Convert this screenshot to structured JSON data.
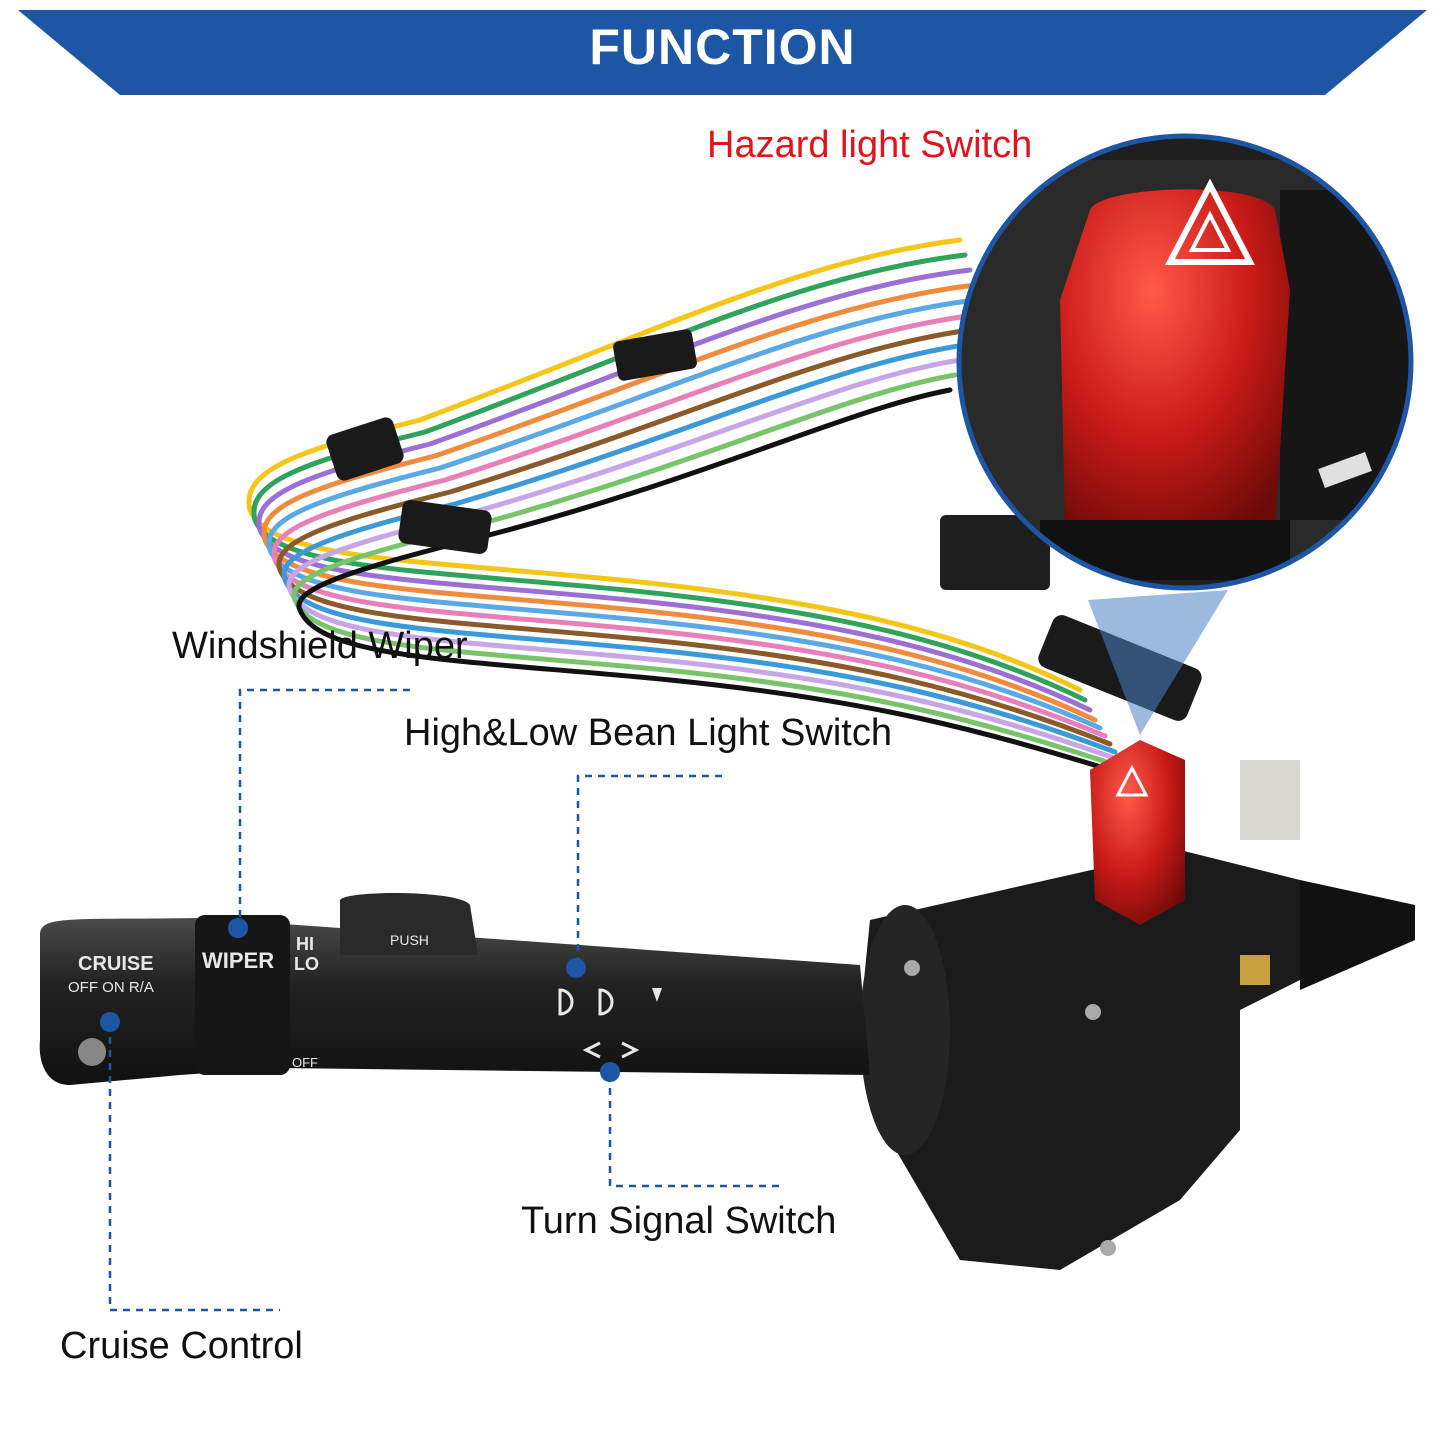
{
  "banner": {
    "title": "FUNCTION"
  },
  "labels": {
    "hazard": "Hazard light Switch",
    "wiper": "Windshield Wiper",
    "beam": "High&Low Bean Light Switch",
    "turn": "Turn Signal Switch",
    "cruise": "Cruise Control"
  },
  "stalk_markings": {
    "cruise": "CRUISE",
    "cruise_modes": "OFF ON R/A",
    "wiper": "WIPER",
    "hi": "HI",
    "lo": "LO",
    "push": "PUSH",
    "off": "OFF"
  },
  "colors": {
    "banner": "#1d56a5",
    "hazard_text": "#e2131b",
    "leader": "#1d56a5",
    "switch_body": "#1b1b1b",
    "hazard_button": "#c81a17"
  },
  "wire_colors": [
    "#f5c518",
    "#2fa35a",
    "#9b6fd6",
    "#f08a3c",
    "#5aa9e6",
    "#e87fb8",
    "#8a5a2b",
    "#ffffff",
    "#3a9ad9",
    "#c7a6e8",
    "#111111",
    "#79c36a"
  ]
}
